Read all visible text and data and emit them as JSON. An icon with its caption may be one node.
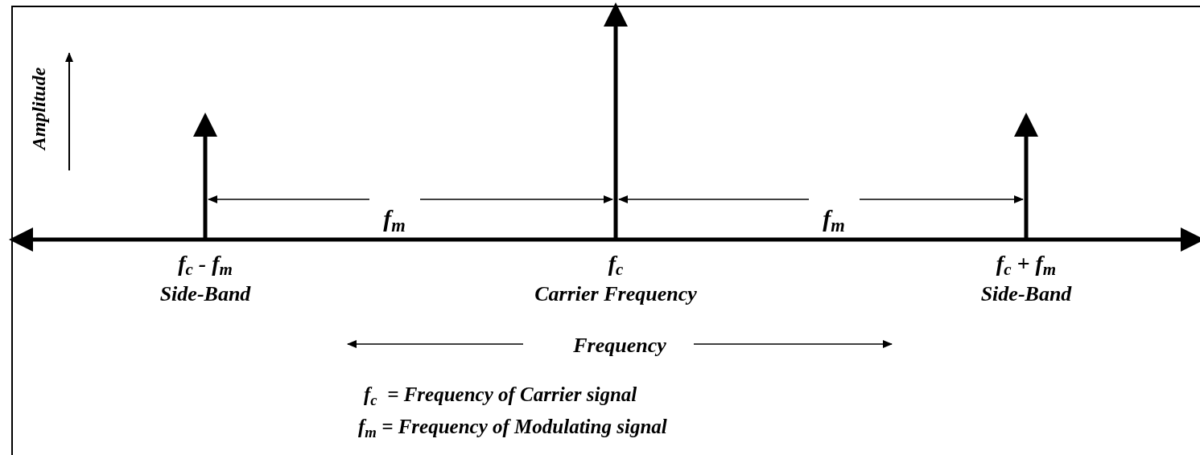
{
  "diagram": {
    "labels": [
      "Amplitude",
      "f$_{m}$",
      "f$_{m}$",
      "f$_{c}$ - f$_{m}$",
      "Side-Band",
      "f$_{c}$",
      "Carrier Frequency",
      "f$_{c}$ + f$_{m}$",
      "Side-Band",
      "Frequency",
      "f$_{c}$  = Frequency of Carrier signal",
      "f$_{m}$ = Frequency of Modulating signal"
    ]
  }
}
